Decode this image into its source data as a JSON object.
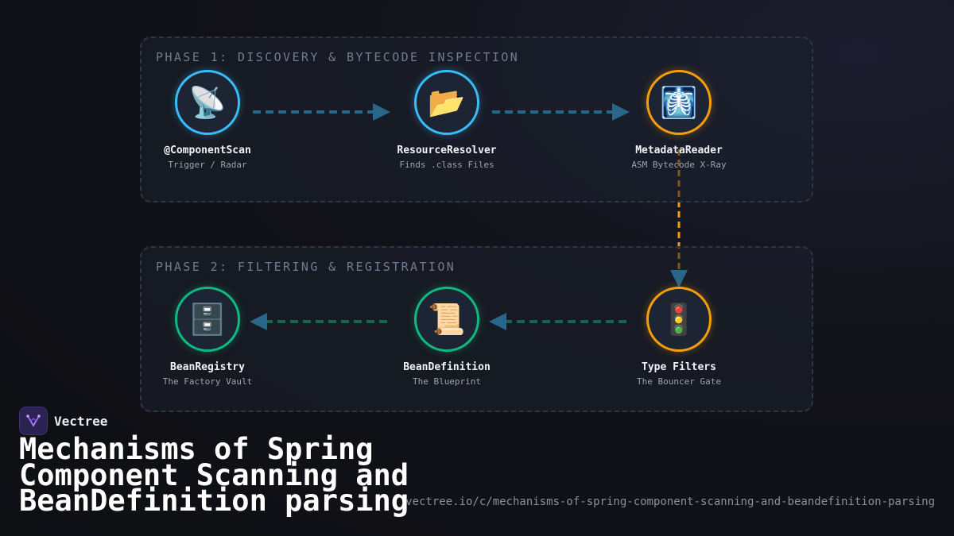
{
  "phases": [
    {
      "title": "PHASE 1: DISCOVERY & BYTECODE INSPECTION"
    },
    {
      "title": "PHASE 2: FILTERING & REGISTRATION"
    }
  ],
  "nodes": [
    {
      "name": "@ComponentScan",
      "subtitle": "Trigger / Radar",
      "icon": "📡",
      "icon_name": "satellite-antenna-icon",
      "accent": "#38bdf8"
    },
    {
      "name": "ResourceResolver",
      "subtitle": "Finds .class Files",
      "icon": "📂",
      "icon_name": "open-folder-icon",
      "accent": "#38bdf8"
    },
    {
      "name": "MetadataReader",
      "subtitle": "ASM Bytecode X-Ray",
      "icon": "🩻",
      "icon_name": "x-ray-icon",
      "accent": "#f59e0b"
    },
    {
      "name": "Type Filters",
      "subtitle": "The Bouncer Gate",
      "icon": "🚦",
      "icon_name": "traffic-light-icon",
      "accent": "#f59e0b"
    },
    {
      "name": "BeanDefinition",
      "subtitle": "The Blueprint",
      "icon": "📜",
      "icon_name": "scroll-icon",
      "accent": "#10b981"
    },
    {
      "name": "BeanRegistry",
      "subtitle": "The Factory Vault",
      "icon": "🗄️",
      "icon_name": "file-cabinet-icon",
      "accent": "#10b981"
    }
  ],
  "colors": {
    "blue": "#38bdf8",
    "orange": "#f59e0b",
    "green": "#10b981"
  },
  "brand": {
    "name": "Vectree",
    "logo": "vectree-logo-icon"
  },
  "title": "Mechanisms of Spring Component Scanning and BeanDefinition parsing",
  "url": "vectree.io/c/mechanisms-of-spring-component-scanning-and-beandefinition-parsing"
}
